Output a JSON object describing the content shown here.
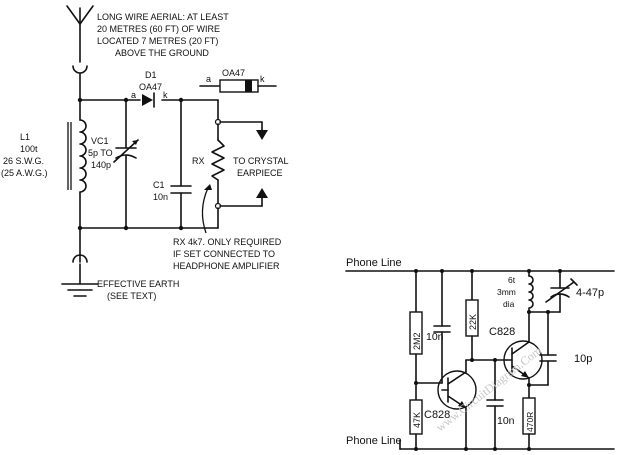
{
  "crystal_set": {
    "aerial_note": [
      "LONG WIRE AERIAL: AT LEAST",
      "20 METRES (60 FT) OF WIRE",
      "LOCATED 7 METRES (20 FT)",
      "ABOVE THE GROUND"
    ],
    "d1_label": "D1",
    "d1_value": "OA47",
    "anode_label": "a",
    "cathode_label": "k",
    "diode_part_label": "OA47",
    "diode_part_anode": "a",
    "diode_part_cathode": "k",
    "l1_label": [
      "L1",
      "100t",
      "26 S.W.G.",
      "(25 A.W.G.)"
    ],
    "vc1_label": [
      "VC1",
      "5p TO",
      "140p"
    ],
    "c1_label": [
      "C1",
      "10n"
    ],
    "rx_label": "RX",
    "earpiece_label": [
      "TO CRYSTAL",
      "EARPIECE"
    ],
    "rx_note": [
      "RX 4k7. ONLY REQUIRED",
      "IF SET CONNECTED TO",
      "HEADPHONE AMPLIFIER"
    ],
    "earth_label": [
      "EFFECTIVE EARTH",
      "(SEE TEXT)"
    ]
  },
  "phone_circuit": {
    "phone_line_top": "Phone Line",
    "phone_line_bottom": "Phone Line",
    "r_2m2": "2M2",
    "r_47k": "47K",
    "r_22k": "22K",
    "r_470r": "470R",
    "c_10n_a": "10n",
    "c_10n_b": "10n",
    "c_10p": "10p",
    "c_trim": "4-47p",
    "coil_label": [
      "6t",
      "3mm",
      "dia"
    ],
    "q1_label": "C828",
    "q2_label": "C828",
    "watermark": "www.CircuitDiagram.Com"
  }
}
